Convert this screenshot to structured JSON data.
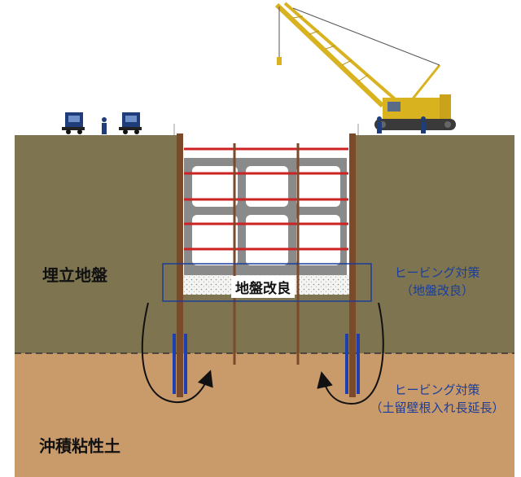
{
  "labels": {
    "reclaimed_ground": "埋立地盤",
    "alluvial_clay": "沖積粘性土",
    "ground_improvement": "地盤改良",
    "heaving_measure_1": {
      "line1": "ヒービング対策",
      "line2": "（地盤改良）"
    },
    "heaving_measure_2": {
      "line1": "ヒービング対策",
      "line2": "（土留壁根入れ長延長）"
    }
  },
  "colors": {
    "reclaimed_soil": "#7e7450",
    "clay_soil": "#c99a6a",
    "retaining_wall": "#7a4a2a",
    "strut": "#cc2222",
    "box_culvert": "#8a8a8a",
    "annotation_blue": "#1a3e9a",
    "crane": "#d9b21f",
    "truck": "#1e3d7a"
  },
  "icons": [
    "crawler-crane-icon",
    "dump-truck-icon",
    "worker-icon",
    "heave-arrow-icon"
  ]
}
